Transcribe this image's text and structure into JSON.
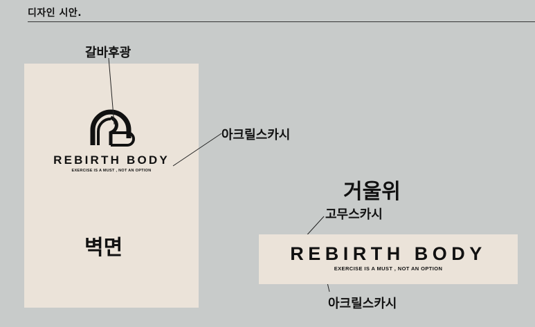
{
  "header": {
    "title": "디자인 시안."
  },
  "wall": {
    "caption": "벽면",
    "logo_callout": "갈바후광",
    "text_callout": "아크릴스카시",
    "brand_name": "REBIRTH BODY",
    "brand_tagline": "EXERCISE IS A MUST , NOT AN OPTION"
  },
  "mirror": {
    "caption": "거울위",
    "top_callout": "고무스카시",
    "bottom_callout": "아크릴스카시",
    "brand_name": "REBIRTH BODY",
    "brand_tagline": "EXERCISE IS A MUST , NOT AN OPTION"
  },
  "colors": {
    "background": "#c8cbca",
    "panel": "#ebe3d9",
    "ink": "#111111"
  },
  "icons": [
    "rebirth-body-logo-icon"
  ]
}
